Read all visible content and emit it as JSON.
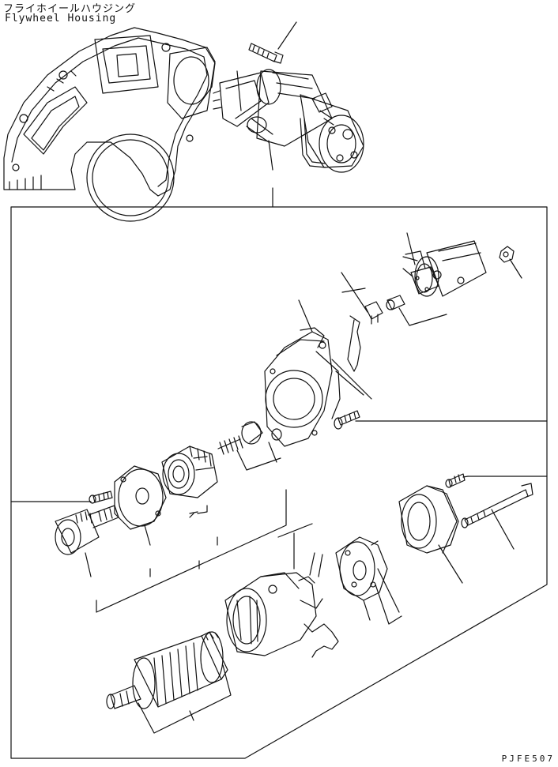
{
  "title_jp": "フライホイールハウジング",
  "title_en": "Flywheel Housing",
  "diagram_code": "PJFE507",
  "colors": {
    "line": "#111111",
    "background": "#ffffff"
  }
}
